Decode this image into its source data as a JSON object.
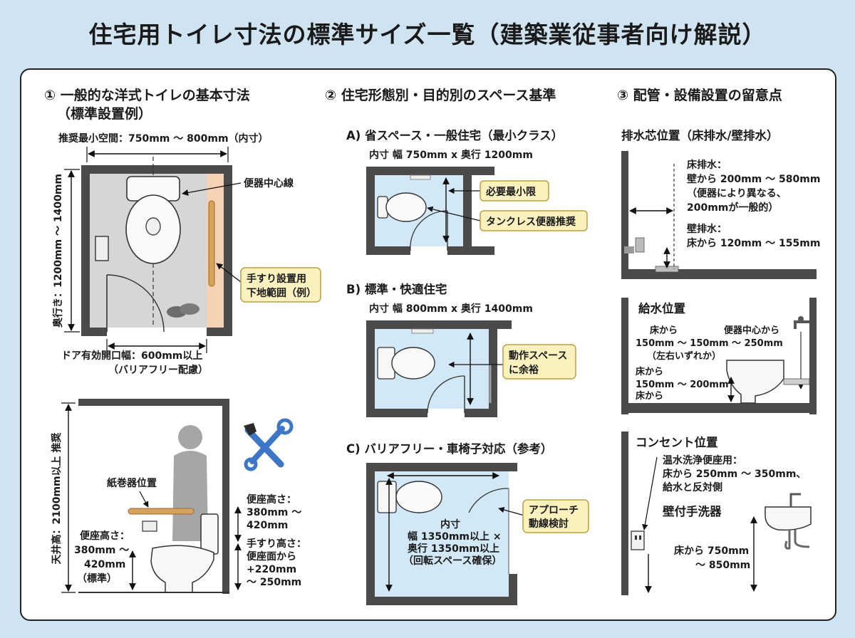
{
  "title": "住宅用トイレ寸法の標準サイズ一覧（建築業従事者向け解説）",
  "section1": {
    "heading_line1": "① 一般的な洋式トイレの基本寸法",
    "heading_line2": "（標準設置例）",
    "plan": {
      "width_label": "推奨最小空間：750mm ～ 800mm（内寸）",
      "depth_label": "奥行き：1200mm ～ 1400mm",
      "centerline_label": "便器中心線",
      "handrail_area_line1": "手すり設置用",
      "handrail_area_line2": "下地範囲（例）",
      "door_line1": "ドア有効開口幅：600mm以上",
      "door_line2": "（バリアフリー配慮）"
    },
    "elevation": {
      "ceiling_label": "天井高：2100mm以上 推奨",
      "paper_label": "紙巻器位置",
      "seat_right_line1": "便座高さ：",
      "seat_right_line2": "380mm ～",
      "seat_right_line3": "420mm",
      "seat_left_line1": "便座高さ：",
      "seat_left_line2": "380mm ～",
      "seat_left_line3": "420mm",
      "seat_left_line4": "（標準）",
      "rail_line1": "手すり高さ：",
      "rail_line2": "便座面から",
      "rail_line3": "+220mm",
      "rail_line4": "～ 250mm"
    }
  },
  "section2": {
    "heading": "② 住宅形態別・目的別のスペース基準",
    "a": {
      "title": "A) 省スペース・一般住宅（最小クラス）",
      "dims": "内寸 幅 750mm x 奥行 1200mm",
      "callout1": "必要最小限",
      "callout2": "タンクレス便器推奨"
    },
    "b": {
      "title": "B) 標準・快適住宅",
      "dims": "内寸 幅 800mm x 奥行 1400mm",
      "callout_line1": "動作スペース",
      "callout_line2": "に余裕"
    },
    "c": {
      "title": "C) バリアフリー・車椅子対応（参考）",
      "inner_line1": "内寸",
      "inner_line2": "幅 1350mm以上 ×",
      "inner_line3": "奥行 1350mm以上",
      "inner_line4": "（回転スペース確保）",
      "callout_line1": "アプローチ",
      "callout_line2": "動線検討"
    }
  },
  "section3": {
    "heading": "③ 配管・設備設置の留意点",
    "drain": {
      "title": "排水芯位置（床排水/壁排水）",
      "floor_line1": "床排水：",
      "floor_line2": "壁から 200mm ～ 580mm",
      "floor_line3": "（便器により異なる、",
      "floor_line4": "200mmが一般的）",
      "wall_line1": "壁排水：",
      "wall_line2": "床から 120mm ～ 155mm"
    },
    "supply": {
      "title": "給水位置",
      "left_line1": "床から",
      "left_line2": "150mm ～ 150mm ～ 250mm",
      "left_line3": "（左右いずれか）",
      "right_line1": "便器中心から",
      "low_line1": "床から",
      "low_line2": "150mm ～ 200mm",
      "low_line3": "床から"
    },
    "outlet": {
      "title": "コンセント位置",
      "line1": "温水洗浄便座用：",
      "line2": "床から 250mm ～ 350mm、",
      "line3": "給水と反対側",
      "sink_title": "壁付手洗器",
      "sink_line1": "床から 750mm",
      "sink_line2": "～ 850mm"
    }
  },
  "colors": {
    "background": "#cfe3f1",
    "wall": "#4a4a4a",
    "floor_gray": "#d6d6d6",
    "room_blue": "#d3e8f6",
    "handrail_zone": "#f6d2b4",
    "callout": "#fbf1bf",
    "callout_border": "#b9a040",
    "handrail": "#d8a25e",
    "tool": "#3d76c6"
  },
  "icons": [
    "tools-icon",
    "person-silhouette-icon",
    "toilet-paper-holder-icon",
    "slippers-icon",
    "faucet-icon",
    "wall-outlet-icon"
  ]
}
